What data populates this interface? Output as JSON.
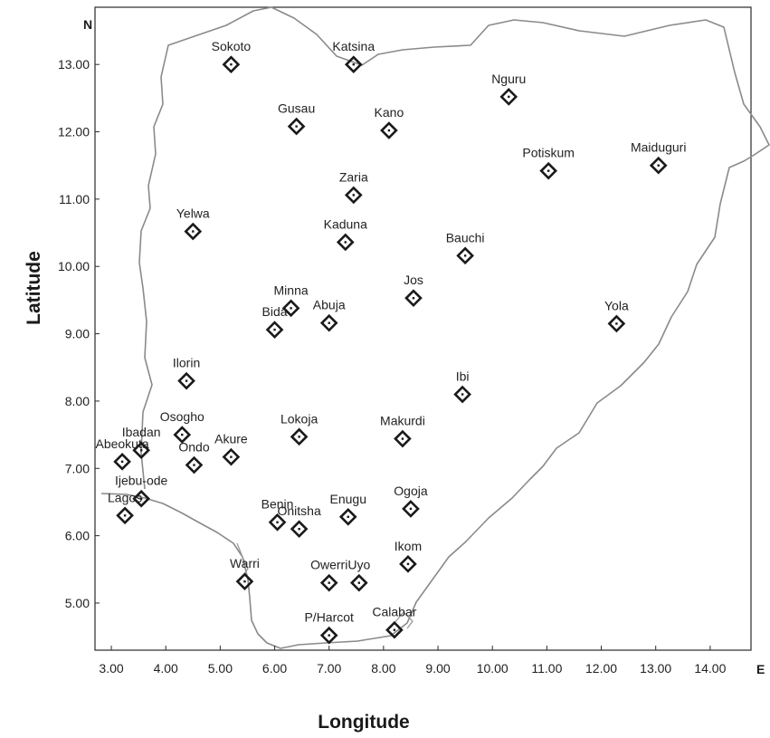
{
  "chart_data": {
    "type": "scatter",
    "xlabel": "Longitude",
    "ylabel": "Latitude",
    "xlim": [
      2.7,
      14.75
    ],
    "ylim": [
      4.3,
      13.85
    ],
    "x_ticks": [
      "3.00",
      "4.00",
      "5.00",
      "6.00",
      "7.00",
      "8.00",
      "9.00",
      "10.00",
      "11.00",
      "12.00",
      "13.00",
      "14.00"
    ],
    "y_ticks": [
      "5.00",
      "6.00",
      "7.00",
      "8.00",
      "9.00",
      "10.00",
      "11.00",
      "12.00",
      "13.00"
    ],
    "x_end_label": "E",
    "y_end_label": "N",
    "marker_color": "#1a1a1a",
    "boundary_color": "#8a8a8a",
    "stations": [
      {
        "name": "Sokoto",
        "lon": 5.2,
        "lat": 13.0
      },
      {
        "name": "Katsina",
        "lon": 7.45,
        "lat": 13.0
      },
      {
        "name": "Nguru",
        "lon": 10.3,
        "lat": 12.52
      },
      {
        "name": "Gusau",
        "lon": 6.4,
        "lat": 12.08
      },
      {
        "name": "Kano",
        "lon": 8.1,
        "lat": 12.02
      },
      {
        "name": "Potiskum",
        "lon": 11.03,
        "lat": 11.42
      },
      {
        "name": "Maiduguri",
        "lon": 13.05,
        "lat": 11.5
      },
      {
        "name": "Zaria",
        "lon": 7.45,
        "lat": 11.06
      },
      {
        "name": "Yelwa",
        "lon": 4.5,
        "lat": 10.52
      },
      {
        "name": "Kaduna",
        "lon": 7.3,
        "lat": 10.36
      },
      {
        "name": "Bauchi",
        "lon": 9.5,
        "lat": 10.16
      },
      {
        "name": "Jos",
        "lon": 8.55,
        "lat": 9.53
      },
      {
        "name": "Minna",
        "lon": 6.3,
        "lat": 9.38
      },
      {
        "name": "Abuja",
        "lon": 7.0,
        "lat": 9.16
      },
      {
        "name": "Bida",
        "lon": 6.0,
        "lat": 9.06
      },
      {
        "name": "Yola",
        "lon": 12.28,
        "lat": 9.15
      },
      {
        "name": "Ilorin",
        "lon": 4.38,
        "lat": 8.3
      },
      {
        "name": "Ibi",
        "lon": 9.45,
        "lat": 8.1
      },
      {
        "name": "Osogho",
        "lon": 4.3,
        "lat": 7.5
      },
      {
        "name": "Lokoja",
        "lon": 6.45,
        "lat": 7.47
      },
      {
        "name": "Makurdi",
        "lon": 8.35,
        "lat": 7.44
      },
      {
        "name": "Ibadan",
        "lon": 3.55,
        "lat": 7.27
      },
      {
        "name": "Abeokuta",
        "lon": 3.2,
        "lat": 7.1
      },
      {
        "name": "Ondo",
        "lon": 4.52,
        "lat": 7.05
      },
      {
        "name": "Akure",
        "lon": 5.2,
        "lat": 7.17
      },
      {
        "name": "Ijebu-ode",
        "lon": 3.55,
        "lat": 6.55
      },
      {
        "name": "Lagos",
        "lon": 3.25,
        "lat": 6.3
      },
      {
        "name": "Benin",
        "lon": 6.05,
        "lat": 6.2
      },
      {
        "name": "Onitsha",
        "lon": 6.45,
        "lat": 6.1
      },
      {
        "name": "Enugu",
        "lon": 7.35,
        "lat": 6.28
      },
      {
        "name": "Ogoja",
        "lon": 8.5,
        "lat": 6.4
      },
      {
        "name": "Ikom",
        "lon": 8.45,
        "lat": 5.58
      },
      {
        "name": "Warri",
        "lon": 5.45,
        "lat": 5.32
      },
      {
        "name": "Owerri",
        "lon": 7.0,
        "lat": 5.3
      },
      {
        "name": "Uyo",
        "lon": 7.55,
        "lat": 5.3
      },
      {
        "name": "P/Harcot",
        "lon": 7.0,
        "lat": 4.52
      },
      {
        "name": "Calabar",
        "lon": 8.2,
        "lat": 4.6
      }
    ]
  }
}
